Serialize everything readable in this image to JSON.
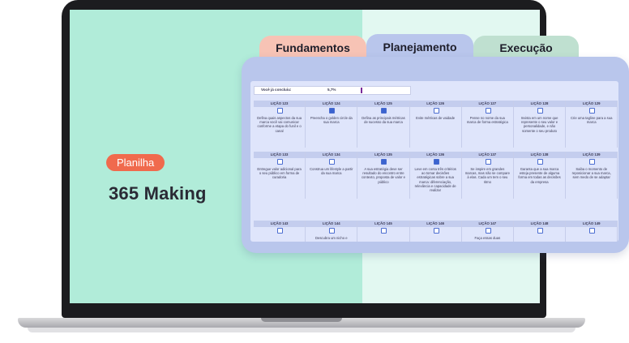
{
  "brand": {
    "pill": "Planilha",
    "title": "365 Making"
  },
  "tabs": [
    {
      "label": "Fundamentos"
    },
    {
      "label": "Planejamento"
    },
    {
      "label": "Execução"
    }
  ],
  "sheet": {
    "progress_label": "Você já concluiu:",
    "progress_value": "5,7%",
    "progress_fraction": 0.057,
    "rows": [
      {
        "headers": [
          "LIÇÃO 123",
          "LIÇÃO 124",
          "LIÇÃO 125",
          "LIÇÃO 126",
          "LIÇÃO 127",
          "LIÇÃO 128",
          "LIÇÃO 129"
        ],
        "checked": [
          false,
          true,
          true,
          false,
          false,
          false,
          false
        ],
        "texts": [
          "Defina quais aspectos da sua marca você vai comunicar conforme a etapa do funil e o canal",
          "Preencha o golden circle da sua marca",
          "Defina as principais métricas de sucesso da sua marca",
          "Evite métricas de vaidade",
          "Pense no nome da sua marca de forma estratégica",
          "Invista em um nome que represente o seu valor e personalidade, e não somente o seu produto",
          "Crie uma tagline para a sua marca"
        ]
      },
      {
        "headers": [
          "LIÇÃO 133",
          "LIÇÃO 134",
          "LIÇÃO 135",
          "LIÇÃO 136",
          "LIÇÃO 137",
          "LIÇÃO 138",
          "LIÇÃO 139"
        ],
        "checked": [
          false,
          false,
          true,
          true,
          false,
          false,
          false
        ],
        "texts": [
          "Entregue valor adicional para o seu público em forma de curadoria",
          "Construa um lifestyle a partir da sua marca",
          "A sua estratégia deve ser resultado do encontro entre contexto, proposta de valor e público",
          "Leve em conta três critérios ao tomar decisões estratégicas sobre a sua marca: diferenciação, relevância e capacidade de realizar",
          "Se inspire em grandes marcas, mas não se compare à elas. Cada um tem o seu ritmo",
          "Garanta que a sua marca esteja presente de alguma forma em todas as decisões da empresa",
          "Saiba o momento de reposicionar a sua marca, sem medo de se adaptar"
        ]
      },
      {
        "headers": [
          "LIÇÃO 143",
          "LIÇÃO 144",
          "LIÇÃO 145",
          "LIÇÃO 146",
          "LIÇÃO 147",
          "LIÇÃO 148",
          "LIÇÃO 149"
        ],
        "checked": [
          false,
          false,
          false,
          false,
          false,
          false,
          false
        ],
        "texts": [
          "",
          "Descubra um nicho e",
          "",
          "",
          "Faça essas duas",
          "",
          ""
        ]
      }
    ]
  },
  "colors": {
    "screen_left": "#b1ecd9",
    "screen_right": "#e2f8f1",
    "accent_pill": "#f06a4d",
    "tab_fundamentos": "#f7c3b5",
    "tab_planejamento": "#b9c6ec",
    "tab_execucao": "#bfe0d0"
  }
}
